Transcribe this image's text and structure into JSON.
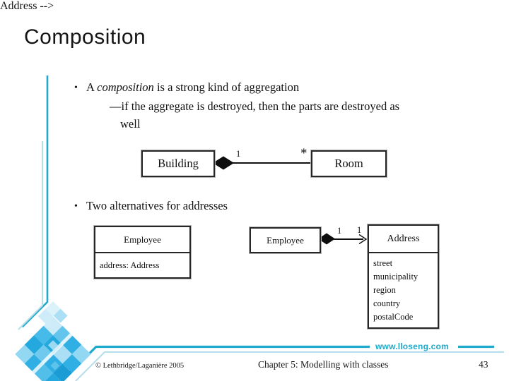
{
  "title": "Composition",
  "bullets": {
    "marker": "•",
    "b1_pre": "A ",
    "b1_italic": "composition",
    "b1_post": " is a strong kind of aggregation",
    "b1_sub_line1": "—if the aggregate is destroyed, then the parts are destroyed as",
    "b1_sub_line2": "well",
    "b2": "Two alternatives for addresses"
  },
  "diagrams": {
    "building_room": {
      "whole": "Building",
      "part": "Room",
      "whole_multiplicity": "1",
      "part_multiplicity": "*"
    },
    "employee_with_attribute": {
      "class_name": "Employee",
      "attribute": "address: Address"
    },
    "employee_address": {
      "whole": "Employee",
      "part": "Address",
      "whole_multiplicity": "1",
      "part_multiplicity": "1",
      "attributes": [
        "street",
        "municipality",
        "region",
        "country",
        "postalCode"
      ]
    }
  },
  "footer": {
    "website": "www.lloseng.com",
    "copyright": "© Lethbridge/Laganière 2005",
    "chapter": "Chapter 5: Modelling with classes",
    "page_number": "43"
  },
  "colors": {
    "accent_teal": "#1FA9CB",
    "accent_light": "#B5DDEB",
    "diagram_line": "#111111"
  }
}
